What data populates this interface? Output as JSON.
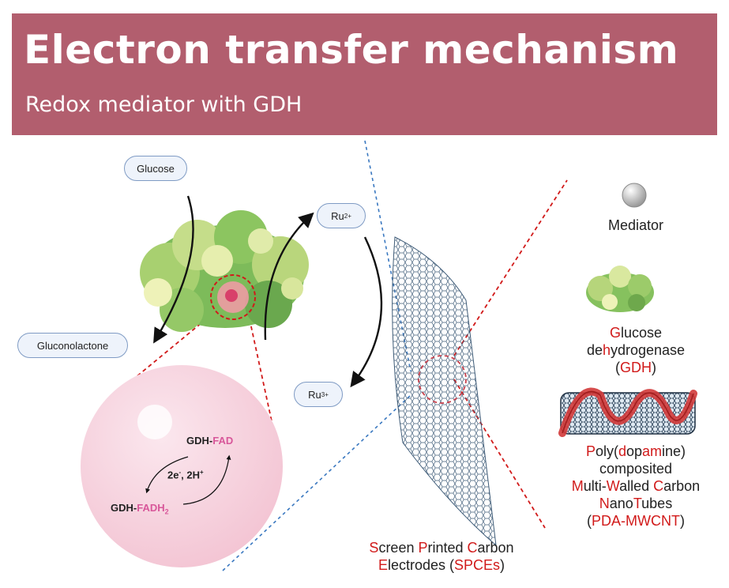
{
  "header": {
    "title": "Electron transfer mechanism",
    "subtitle": "Redox mediator with GDH"
  },
  "labels": {
    "glucose": "Glucose",
    "gluconolactone": "Gluconolactone",
    "ru2_base": "Ru",
    "ru2_charge": "2+",
    "ru3_base": "Ru",
    "ru3_charge": "3+"
  },
  "zoom": {
    "gdh_fad_prefix": "GDH-",
    "gdh_fad_suffix": "FAD",
    "electrons": "2e",
    "electrons_charge": "-",
    "protons": ", 2H",
    "protons_charge": "+",
    "gdh_fadh2_prefix": "GDH-",
    "gdh_fadh2_suffix": "FADH",
    "gdh_fadh2_sub": "2"
  },
  "electrode_caption": {
    "line1": [
      [
        "S",
        "r"
      ],
      [
        "creen ",
        "n"
      ],
      [
        "P",
        "r"
      ],
      [
        "rinted ",
        "n"
      ],
      [
        "C",
        "r"
      ],
      [
        "arbon",
        "n"
      ]
    ],
    "line2": [
      [
        "E",
        "r"
      ],
      [
        "lectrode",
        "n"
      ],
      [
        "s (",
        "n"
      ],
      [
        "SPCEs",
        "r"
      ],
      [
        ")",
        "n"
      ]
    ]
  },
  "legend": {
    "mediator": "Mediator",
    "gdh_lines": [
      [
        [
          "G",
          "r"
        ],
        [
          "lucose",
          "n"
        ]
      ],
      [
        [
          "de",
          "n"
        ],
        [
          "h",
          "r"
        ],
        [
          "ydrogenase",
          "n"
        ]
      ],
      [
        [
          "(",
          "n"
        ],
        [
          "GDH",
          "r"
        ],
        [
          ")",
          "n"
        ]
      ]
    ],
    "pda_lines": [
      [
        [
          "P",
          "r"
        ],
        [
          "oly(",
          "n"
        ],
        [
          "d",
          "r"
        ],
        [
          "op",
          "n"
        ],
        [
          "am",
          "r"
        ],
        [
          "ine)",
          "n"
        ]
      ],
      [
        [
          "composited",
          "n"
        ]
      ],
      [
        [
          "M",
          "r"
        ],
        [
          "ulti-",
          "n"
        ],
        [
          "W",
          "r"
        ],
        [
          "alled ",
          "n"
        ],
        [
          "C",
          "r"
        ],
        [
          "arbon",
          "n"
        ]
      ],
      [
        [
          "N",
          "r"
        ],
        [
          "ano",
          "n"
        ],
        [
          "T",
          "r"
        ],
        [
          "ubes",
          "n"
        ]
      ],
      [
        [
          "(",
          "n"
        ],
        [
          "PDA-MWCNT",
          "r"
        ],
        [
          ")",
          "n"
        ]
      ]
    ]
  },
  "colors": {
    "banner": "#b25e6e",
    "accent_red": "#d11a1a",
    "pill_border": "#7f9bc4",
    "enzyme_green": "#7dbb5a",
    "zoom_pink": "#f6d3de"
  }
}
